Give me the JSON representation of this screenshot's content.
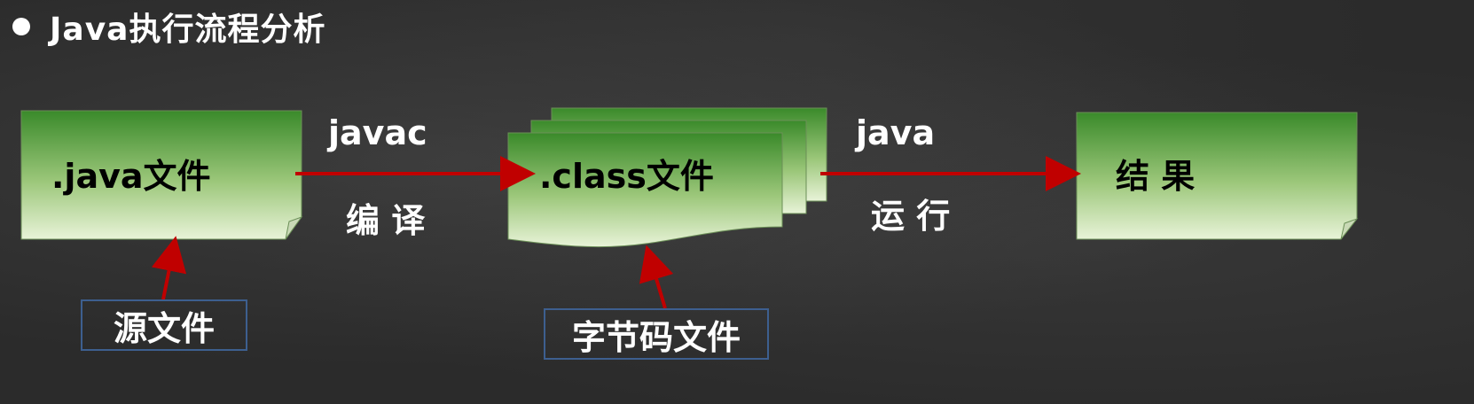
{
  "title": "Java执行流程分析",
  "colors": {
    "box_top": "#3a8a2a",
    "box_bottom": "#e8f3d8",
    "arrow": "#c00000",
    "caption_border": "#3d5f8f"
  },
  "nodes": {
    "source": ".java文件",
    "bytecode": ".class文件",
    "result": "结 果"
  },
  "edges": {
    "compile_cmd": "javac",
    "compile_desc": "编 译",
    "run_cmd": "java",
    "run_desc": "运 行"
  },
  "captions": {
    "source": "源文件",
    "bytecode": "字节码文件"
  }
}
